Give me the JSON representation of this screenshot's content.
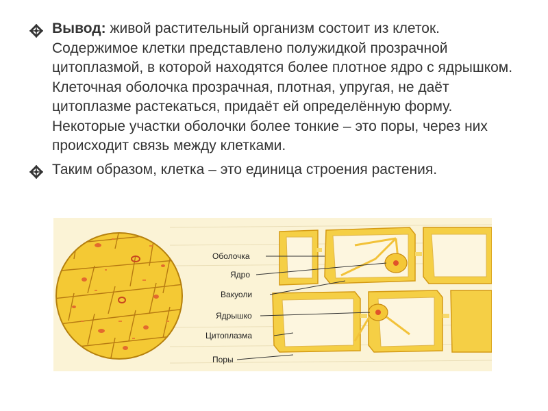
{
  "slide": {
    "bullets": [
      {
        "icon": "diamond-bullet-icon",
        "lead": "Вывод:",
        "text": " живой растительный организм состоит из клеток. Содержимое клетки представлено полужидкой прозрачной цитоплазмой, в которой находятся более плотное ядро с ядрышком. Клеточная оболочка прозрачная, плотная, упругая, не даёт цитоплазме растекаться, придаёт ей определённую форму. Некоторые участки оболочки более тонкие – это поры, через них происходит связь между клетками."
      },
      {
        "icon": "diamond-bullet-icon",
        "text": "Таким образом, клетка – это единица строения растения",
        "end": "."
      }
    ]
  },
  "figure": {
    "labels": {
      "membrane": "Оболочка",
      "nucleus": "Ядро",
      "vacuoles": "Вакуоли",
      "nucleolus": "Ядрышко",
      "cytoplasm": "Цитоплазма",
      "pores": "Поры"
    },
    "colors": {
      "cell_fill": "#f3c62c",
      "cell_wall": "#c88a10",
      "nucleus": "#e0522a",
      "background": "#fbf3d6"
    }
  }
}
